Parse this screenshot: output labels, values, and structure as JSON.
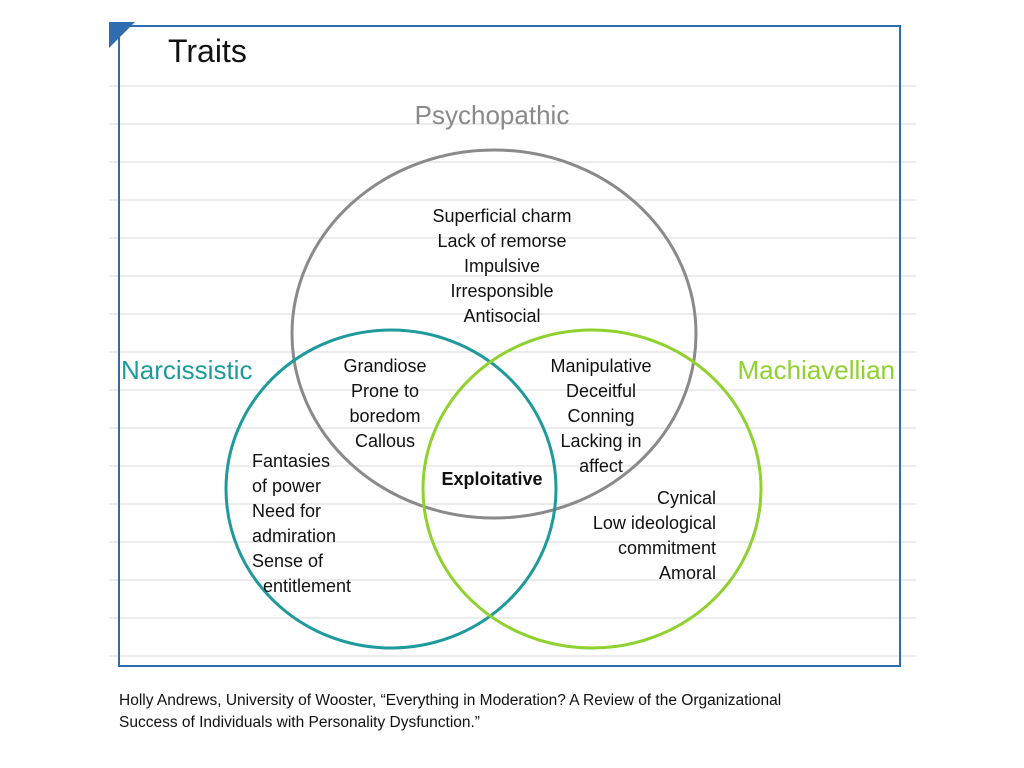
{
  "title": "Traits",
  "sets": {
    "psychopathic": {
      "label": "Psychopathic",
      "color": "#8a8a8a",
      "traits": [
        "Superficial charm",
        "Lack of remorse",
        "Impulsive",
        "Irresponsible",
        "Antisocial"
      ]
    },
    "narcissistic": {
      "label": "Narcissistic",
      "color": "#1f9a9c",
      "traits": [
        "Fantasies",
        "of power",
        "Need for",
        "admiration",
        "Sense of",
        "entitlement"
      ]
    },
    "machiavellian": {
      "label": "Machiavellian",
      "color": "#8fd12f",
      "traits": [
        "Cynical",
        "Low ideological",
        "commitment",
        "Amoral"
      ]
    }
  },
  "overlaps": {
    "psychopathic_narcissistic": [
      "Grandiose",
      "Prone to",
      "boredom",
      "Callous"
    ],
    "psychopathic_machiavellian": [
      "Manipulative",
      "Deceitful",
      "Conning",
      "Lacking in",
      "affect"
    ],
    "all_three": [
      "Exploitative"
    ]
  },
  "caption": {
    "line1": "Holly Andrews, University of Wooster, “Everything in Moderation? A Review of the Organizational",
    "line2": "Success of Individuals with Personality Dysfunction.”"
  },
  "colors": {
    "frame": "#2f6db0",
    "corner": "#2f6db0",
    "rule": "#d9d9d9",
    "text": "#111111"
  }
}
